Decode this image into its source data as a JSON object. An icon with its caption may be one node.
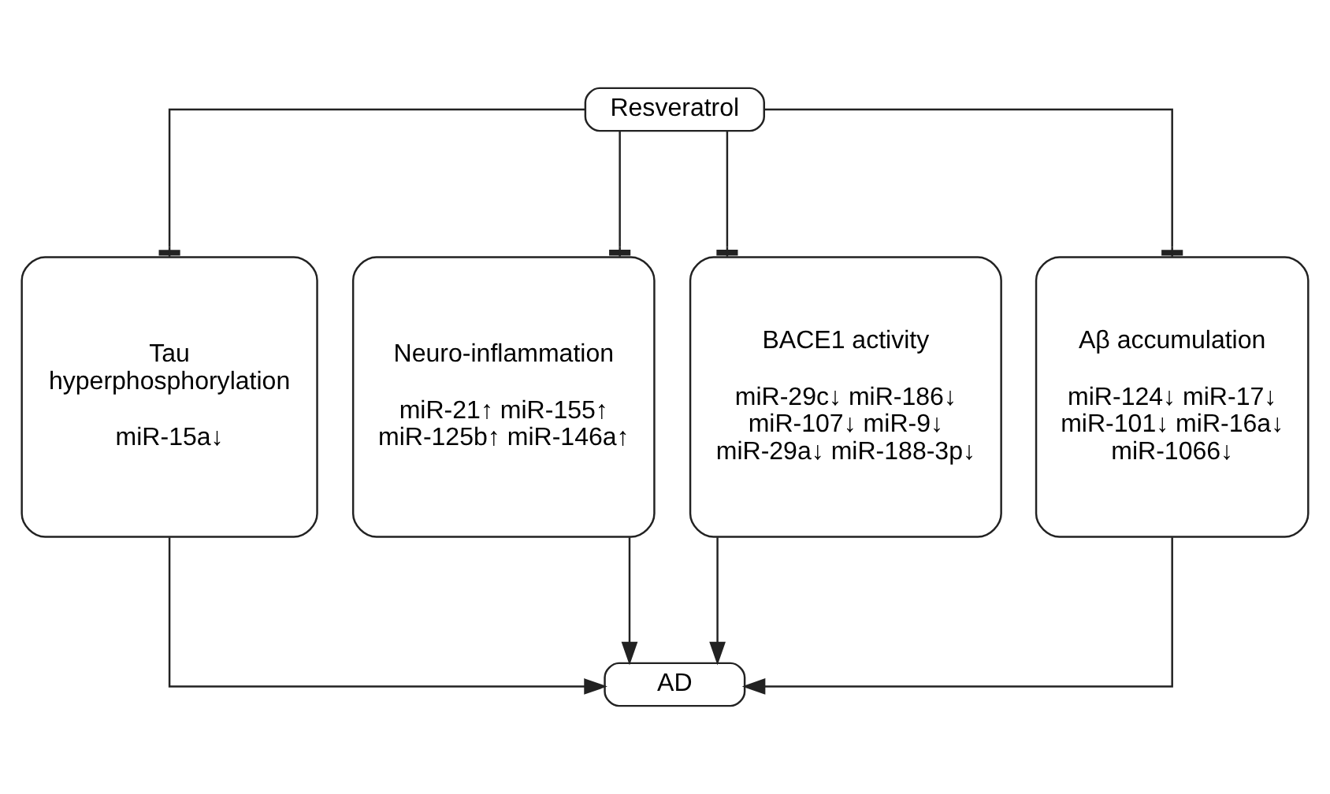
{
  "diagram": {
    "nodes": [
      {
        "text": [
          "Resveratrol"
        ]
      },
      {
        "text": [
          "Tau hyperphosphorylation",
          "miR-15a↓"
        ]
      },
      {
        "text": [
          "Neuro-inflammation",
          "miR-21↑ miR-155↑ miR-125b↑ miR-146a↑"
        ]
      },
      {
        "text": [
          "BACE1 activity",
          "miR-29c↓ miR-186↓ miR-107↓ miR-9↓ miR-29a↓ miR-188-3p↓"
        ]
      },
      {
        "text": [
          "Aβ accumulation",
          "miR-124↓ miR-17↓ miR-101↓ miR-16a↓ miR-1066↓"
        ]
      },
      {
        "text": [
          "AD"
        ]
      }
    ],
    "edges": [
      {
        "from": 0,
        "to": 1,
        "arrow": "other"
      },
      {
        "from": 0,
        "to": 2,
        "arrow": "other"
      },
      {
        "from": 0,
        "to": 3,
        "arrow": "other"
      },
      {
        "from": 0,
        "to": 4,
        "arrow": "other"
      },
      {
        "from": 1,
        "to": 5,
        "arrow": "to"
      },
      {
        "from": 2,
        "to": 5,
        "arrow": "to"
      },
      {
        "from": 3,
        "to": 5,
        "arrow": "to"
      },
      {
        "from": 4,
        "to": 5,
        "arrow": "to"
      }
    ]
  }
}
